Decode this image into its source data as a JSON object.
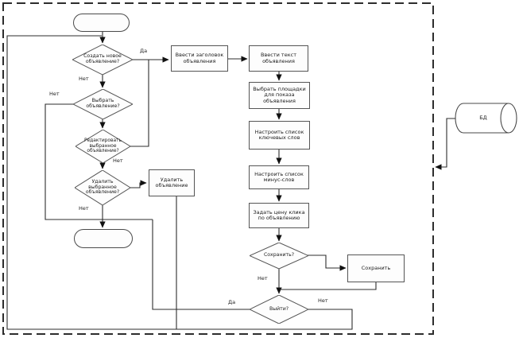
{
  "diagram": {
    "kind": "flowchart",
    "line_color": "#2d2d2d",
    "background": "#ffffff"
  },
  "nodes": {
    "start": {
      "shape": "terminator",
      "label": ""
    },
    "create_q": {
      "shape": "decision",
      "label": "Создать новое объявление?"
    },
    "select_q": {
      "shape": "decision",
      "label": "Выбрать объявление?"
    },
    "edit_q": {
      "shape": "decision",
      "label": "Редактировать выбранное объявление?"
    },
    "delete_q": {
      "shape": "decision",
      "label": "Удалить выбранное объявление?"
    },
    "delete_action": {
      "shape": "process",
      "label": "Удалить объявление"
    },
    "end": {
      "shape": "terminator",
      "label": ""
    },
    "enter_title": {
      "shape": "process",
      "label": "Ввести заголовок объявления"
    },
    "enter_text": {
      "shape": "process",
      "label": "Ввести текст объявления"
    },
    "select_platforms": {
      "shape": "process",
      "label": "Выбрать площадки для показа объявления"
    },
    "keywords": {
      "shape": "process",
      "label": "Настроить список ключевых слов"
    },
    "minus_words": {
      "shape": "process",
      "label": "Настроить список минус-слов"
    },
    "click_price": {
      "shape": "process",
      "label": "Задать цену клика по объявлению"
    },
    "save_q": {
      "shape": "decision",
      "label": "Сохранить?"
    },
    "save_action": {
      "shape": "process",
      "label": "Сохранить"
    },
    "exit_q": {
      "shape": "decision",
      "label": "Выйти?"
    },
    "database": {
      "shape": "cylinder",
      "label": "БД"
    }
  },
  "edge_labels": {
    "create_yes": "Да",
    "create_no": "Нет",
    "select_no": "Нет",
    "edit_no": "Нет",
    "delete_no": "Нет",
    "save_no": "Нет",
    "exit_yes": "Да",
    "exit_no": "Нет"
  }
}
